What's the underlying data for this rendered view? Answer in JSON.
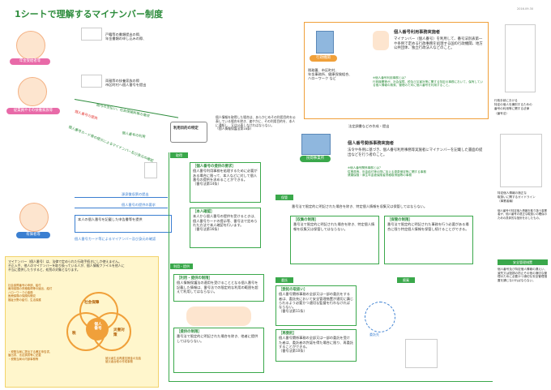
{
  "title": "1シートで理解するマイナンバー制度",
  "date": "2016.09.30",
  "actors": {
    "pension": {
      "label": "年金受給者等",
      "caption": "源泉徴収票の提出"
    },
    "employee": {
      "label": "従業員やその扶養家族等",
      "caption": "住民票の写し等"
    },
    "owner": {
      "label": "有価者等"
    },
    "admin": {
      "label": "行政機関"
    },
    "service": {
      "label": "民間事業所"
    }
  },
  "left_texts": {
    "t1": "戸籍等の書類提出の際、\n年金書類の申し込みの際、",
    "t2": "両親等の扶養家族の際\n市区町村へ個人番号を提出",
    "flow1": "本人確認の確認書類の提出",
    "flow2": "給与の支払い、社会保険料等の徴収",
    "flow3": "個人番号の提供",
    "flow4": "個人番号の利用",
    "flow5": "個人番号カード等の提示によるマイナンバー及び身元の確認",
    "flow6": "源泉徴収票の提出",
    "flow7": "個人番号の提供の要求",
    "flow8": "本人の個人番号を記載した申告書等を提供",
    "flow9": "個人番号カード等によるマイナンバー及び身元の確認"
  },
  "summary": {
    "intro": "マイナンバー（個人番号）は、法律で定められた行政手続きにしか使えません。\n不正入手、他人のマイナンバーを取り扱っている人が、個人情報ファイルを他人に\n不当に提供したりすると、処罰の対象となります。",
    "left_top": "社会保障番号の申請、給付\n雇用保険の資格取得等の届出、給付\nハローワークの事務\n医療保険の保険料徴収\n福祉分野の給付、生活保護",
    "left_bottom": "・税務当局に提出する確定申告書、\n届出書、法定調書等に記載\n・税務当局の内部事務等",
    "right_bottom": "被災者生活再建支援金の支給\n被災者台帳の作成事務",
    "venn": [
      "社会保障",
      "税",
      "災害対策"
    ],
    "center": "個人\n番号"
  },
  "right": {
    "admin_head": "個人番号利用事務実施者",
    "admin_body": "マイナンバー（個人番号）を利用して、番号法別表第一や条例で定める行政事務を処理する国の行政機関、地方公共団体、独立行政法人などのこと。",
    "admin_note": "※個人番号利用事務とは？\n行政機関等が、社会保障、税及び災害対策に関する特定の事務において、保有している個人情報の検索、管理のために個人番号を利用すること。",
    "admin_items": "税務署、市区町村、\n年金事務所、健康保険組合、\nハローワーク など",
    "service_head": "個人番号関係事務実施者",
    "service_body": "法令や条例に基づき、個人番号利用事務等実施者にマイナンバーを記載した書面の提出などを行う者のこと。",
    "service_note": "※個人番号関係事務とは？\n従業員等、年金給付等の際に加える源泉徴収等に関する事務\n健康保険・厚生年金被保険者資格取得届等の事務",
    "hoteichosho": "法定調書などの作成・提出",
    "top_doc_caption": "行政手続における\n特定の個人を識別するための\n番号の利用等に関する法律\n（番号法）",
    "mid_doc_caption": "特定個人情報の適正な\n取扱いに関するガイドライン\n（事業者編）",
    "mid_doc_text": "個人番号や特定個人情報を取り扱う事業者が、個人番号の適正な取扱いの確保のための具体的な指針を示したもの。",
    "guide_tab": "安全管理措置",
    "guide_text": "個人番号及び特定個人情報の漏えい、滅失又は毀損の防止その他の適切な管理のために必要かつ適切な安全管理措置を講じなければならない。"
  },
  "center": {
    "purpose_head": "利用目的の特定",
    "purpose_body": "個人情報を取得した場合は、あらかじめその利用目的を公表している場合を除き、速やかに、その利用目的を、本人に通知し、又は公表しなければならない。\n（個人情報保護法第18条）",
    "acquire_tab": "取得",
    "acquire_head": "［個人番号の提供の要求］",
    "acquire_body": "個人番号利用事務を処理するために必要がある場合に限って、本人などに対して個人番号の提供を求めることができる。\n（番号法第14条）",
    "confirm_head": "［本人確認］",
    "confirm_body": "本人から個人番号の提供を受けるときは、個人番号カードの提示等、番号法で定められた方法で本人確認を行います。\n（番号法第16条）",
    "use_tab": "利用・提供",
    "use_head": "［利用・提供の制限］",
    "use_body": "個人情報保護法の適用を受けることとなる個人番号を記載した情報は、番号法での限定的な利用の範囲を超えて利用してはならない。",
    "provide_head": "［提供の制限］",
    "provide_body": "番号法で限定的に明記された場合を除き、他者に提供してはならない。",
    "store_tab": "保管",
    "store_head": "［収集の制限］",
    "store_body": "番号法で限定的に明記された場合を除き、特定個人情報を収集又は保管してはならない。",
    "dispose_tab": "廃棄",
    "dispose_head": "［保管の制限］",
    "dispose_body": "番号法で限定的に明記された事務を行う必要がある場合に限り特定個人情報を保管し続けることができる。",
    "committee_tab": "委託",
    "committee_head": "［委託の取扱い］",
    "committee_body": "個人番号関係事務の全部又は一部の委託をする者は、委託先において安全管理措置が適切に講じられるよう必要かつ適切な監督を行わなければならない。\n（番号法第11条）",
    "re_head": "［再委託］",
    "re_body": "個人番号関係事務の全部又は一部の委託を受けた者は、委託者の許諾を得た場合に限り、再委託することができる。\n（番号法第10条）",
    "committee_label": "委託先"
  }
}
